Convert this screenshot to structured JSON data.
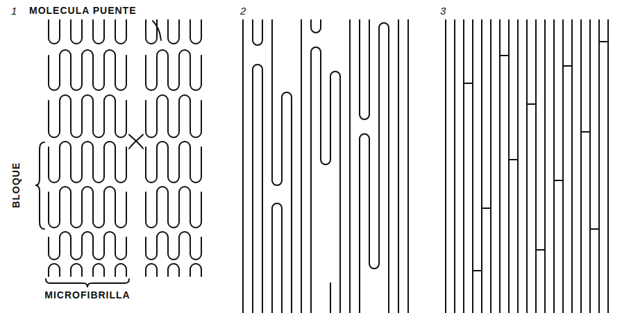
{
  "diagram": {
    "labels": [
      "1",
      "MOLECULA PUENTE",
      "BLOQUE",
      "MICROFIBRILLA",
      "2",
      "3"
    ]
  }
}
